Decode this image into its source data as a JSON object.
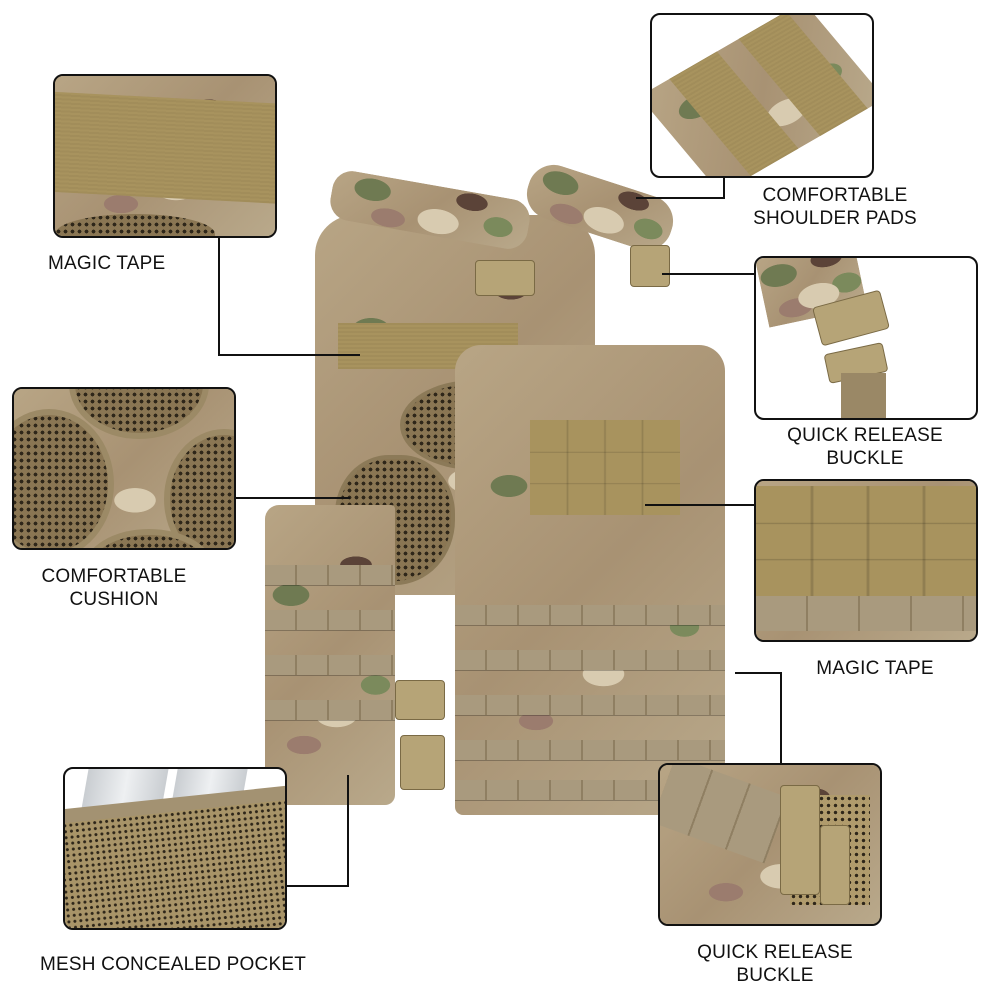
{
  "image": {
    "subject": "tactical plate carrier vest (multicam camouflage) with feature callouts",
    "background_color": "#ffffff",
    "line_color": "#111111"
  },
  "callouts": [
    {
      "id": "shoulder-pads",
      "label_lines": [
        "COMFORTABLE",
        "SHOULDER PADS"
      ],
      "position": "top-right"
    },
    {
      "id": "magic-tape-back",
      "label_lines": [
        "MAGIC TAPE"
      ],
      "position": "top-left"
    },
    {
      "id": "quick-release-shoulder",
      "label_lines": [
        "QUICK RELEASE",
        "BUCKLE"
      ],
      "position": "right-upper"
    },
    {
      "id": "cushion",
      "label_lines": [
        "COMFORTABLE",
        "CUSHION"
      ],
      "position": "left-middle"
    },
    {
      "id": "magic-tape-front",
      "label_lines": [
        "MAGIC TAPE"
      ],
      "position": "right-middle"
    },
    {
      "id": "mesh-pocket",
      "label_lines": [
        "MESH CONCEALED POCKET"
      ],
      "position": "bottom-left"
    },
    {
      "id": "quick-release-side",
      "label_lines": [
        "QUICK RELEASE",
        "BUCKLE"
      ],
      "position": "bottom-right"
    }
  ]
}
